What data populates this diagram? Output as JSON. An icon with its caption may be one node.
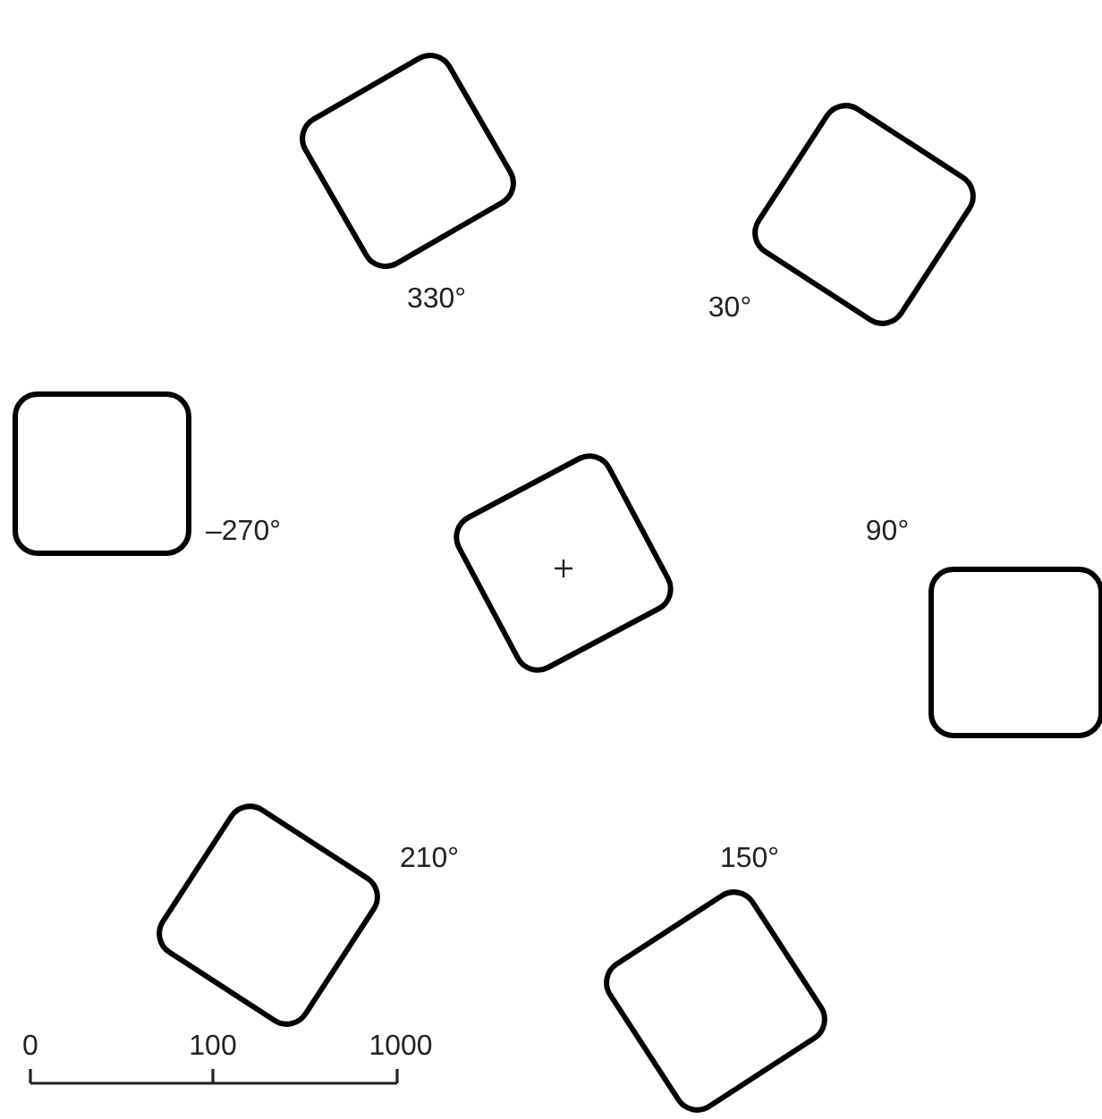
{
  "diagram": {
    "nodes": [
      {
        "text": [],
        "shape": "box",
        "beside": [
          "330°"
        ]
      },
      {
        "text": [],
        "shape": "box",
        "beside": [
          "30°"
        ]
      },
      {
        "text": [],
        "shape": "box",
        "beside": [
          "–270°"
        ]
      },
      {
        "text": [],
        "shape": "box"
      },
      {
        "text": [],
        "shape": "box",
        "beside": [
          "90°"
        ]
      },
      {
        "text": [],
        "shape": "box",
        "beside": [
          "210°"
        ]
      },
      {
        "text": [],
        "shape": "box",
        "beside": [
          "150°"
        ]
      }
    ],
    "labels": [
      "0",
      "100",
      "1000"
    ]
  }
}
